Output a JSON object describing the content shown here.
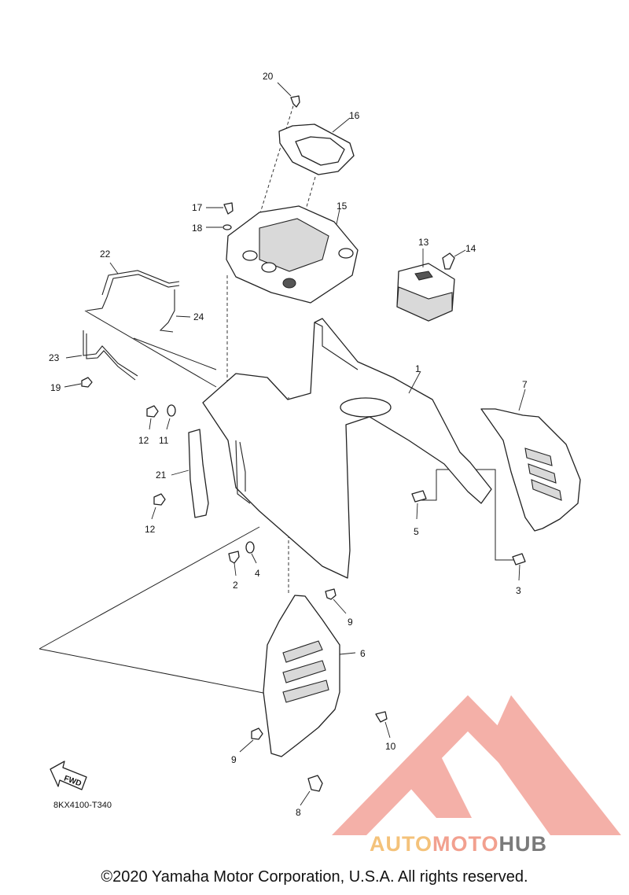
{
  "callouts": [
    "20",
    "16",
    "17",
    "15",
    "18",
    "13",
    "14",
    "22",
    "24",
    "23",
    "19",
    "1",
    "7",
    "12",
    "11",
    "21",
    "5",
    "12",
    "4",
    "2",
    "3",
    "9",
    "6",
    "10",
    "9",
    "8"
  ],
  "fwd_label": "FWD",
  "diagram_code": "8KX4100-T340",
  "watermark": {
    "logo": "automotohub-logo",
    "part1": "AUTO",
    "part2": "MOTO",
    "part3": "HUB",
    "colors": {
      "auto": "#f4c27a",
      "moto": "#f2a08f",
      "hub": "#7a7a7a",
      "triangle": "#f08a80"
    }
  },
  "copyright": "©2020 Yamaha Motor Corporation, U.S.A. All rights reserved."
}
